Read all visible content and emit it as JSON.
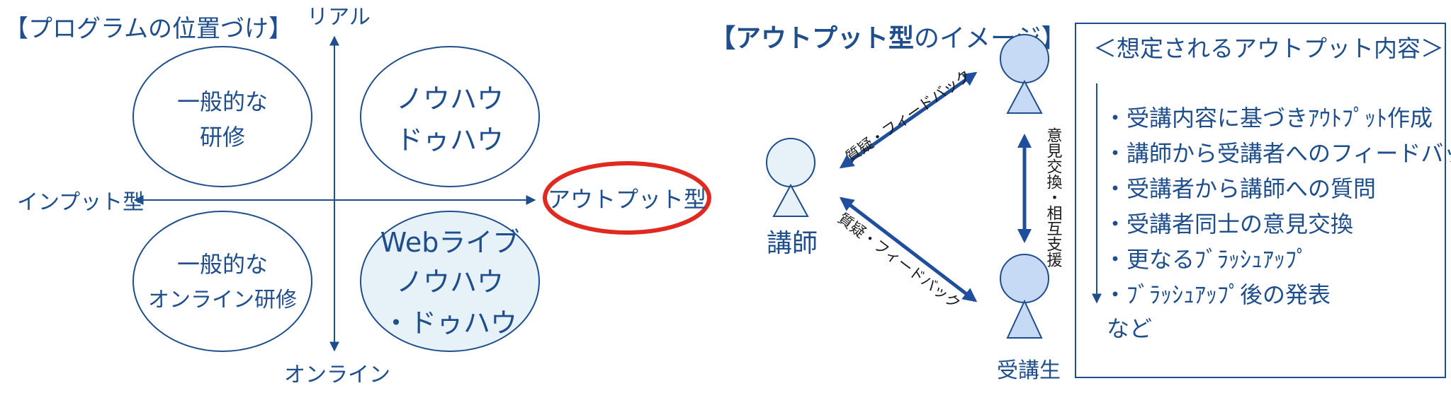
{
  "left_panel": {
    "title": "【プログラムの位置づけ】",
    "axis_top": "リアル",
    "axis_bottom": "オンライン",
    "axis_left": "インプット型",
    "axis_right": "アウトプット型",
    "quadrant_top_left": [
      "一般的な",
      "研修"
    ],
    "quadrant_top_right": [
      "ノウハウ",
      "ドゥハウ"
    ],
    "quadrant_bottom_left": [
      "一般的な",
      "オンライン研修"
    ],
    "quadrant_bottom_right": [
      "Webライブ",
      "ノウハウ",
      "・ドゥハウ"
    ],
    "colors": {
      "ellipse_stroke": "#1f4e8c",
      "highlight_fill": "#e6f2f8",
      "highlight_ring": "#e02a20"
    }
  },
  "middle_panel": {
    "title_bold": "【アウトプット型",
    "title_rest": "のイメージ】",
    "lecturer_label": "講師",
    "student_label": "受講生",
    "upper_arrow_label": "質疑・フィードバック",
    "lower_arrow_label": "質疑・フィードバック",
    "vertical_arrow_label": "意見交換・相互支援",
    "colors": {
      "person_fill_lecturer": "#e6f2f8",
      "person_fill_student": "#c6daf5",
      "arrow": "#1f4e9c"
    }
  },
  "right_panel": {
    "header": "＜想定されるアウトプット内容＞",
    "items": [
      "・受講内容に基づきｱｳﾄﾌﾟｯﾄ作成",
      "・講師から受講者へのフィードバック",
      "・受講者から講師への質問",
      "・受講者同士の意見交換",
      "・更なるﾌﾞﾗｯｼｭｱｯﾌﾟ",
      "・ﾌﾞﾗｯｼｭｱｯﾌﾟ後の発表"
    ],
    "footer": "など"
  }
}
